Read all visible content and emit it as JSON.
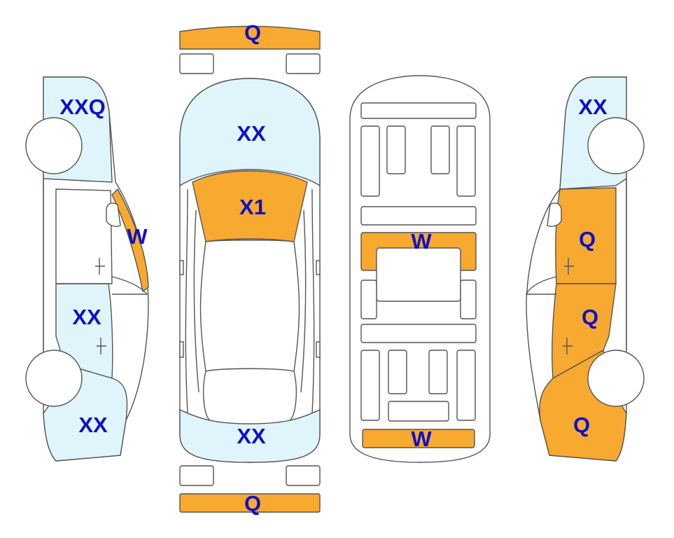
{
  "colors": {
    "orange": "#F8A930",
    "light_blue": "#DFF5FB",
    "label": "#1010C8",
    "outline": "#555555"
  },
  "labels": {
    "front_bumper": "Q",
    "hood": "XX",
    "windshield": "X1",
    "trunk": "XX",
    "rear_bumper": "Q",
    "floor_center": "W",
    "floor_rear": "W",
    "left_front": "XXQ",
    "left_pillar": "W",
    "left_rear_door": "XX",
    "left_rear": "XX",
    "right_front": "XX",
    "right_front_door": "Q",
    "right_rear_door": "Q",
    "right_rear": "Q"
  }
}
